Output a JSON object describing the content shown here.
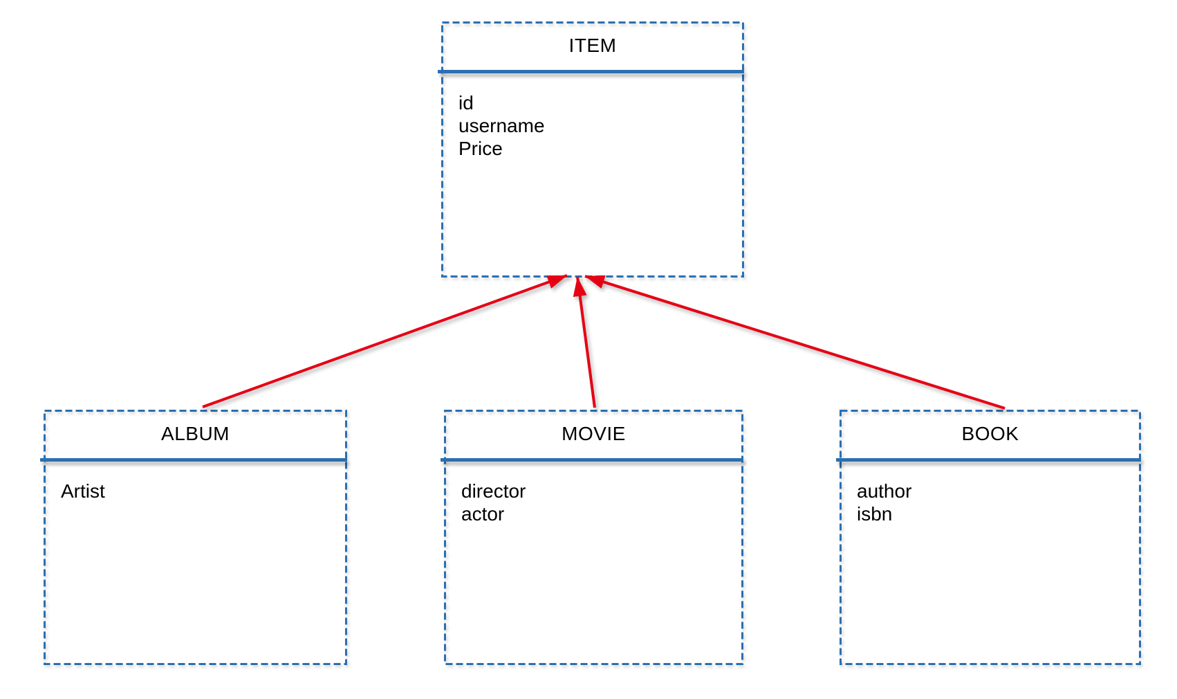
{
  "diagram": {
    "entities": [
      {
        "key": "item",
        "title": "ITEM",
        "fields": [
          "id",
          "username",
          "Price"
        ]
      },
      {
        "key": "album",
        "title": "ALBUM",
        "fields": [
          "Artist"
        ]
      },
      {
        "key": "movie",
        "title": "MOVIE",
        "fields": [
          "director",
          "actor"
        ]
      },
      {
        "key": "book",
        "title": "BOOK",
        "fields": [
          "author",
          "isbn"
        ]
      }
    ],
    "relations": [
      {
        "from": "ALBUM",
        "to": "ITEM",
        "type": "arrow"
      },
      {
        "from": "MOVIE",
        "to": "ITEM",
        "type": "arrow"
      },
      {
        "from": "BOOK",
        "to": "ITEM",
        "type": "arrow"
      }
    ],
    "colors": {
      "box_border_blue": "#2A6FB2",
      "arrow_red": "#E60014",
      "text": "#000000",
      "background": "#FFFFFF"
    }
  }
}
